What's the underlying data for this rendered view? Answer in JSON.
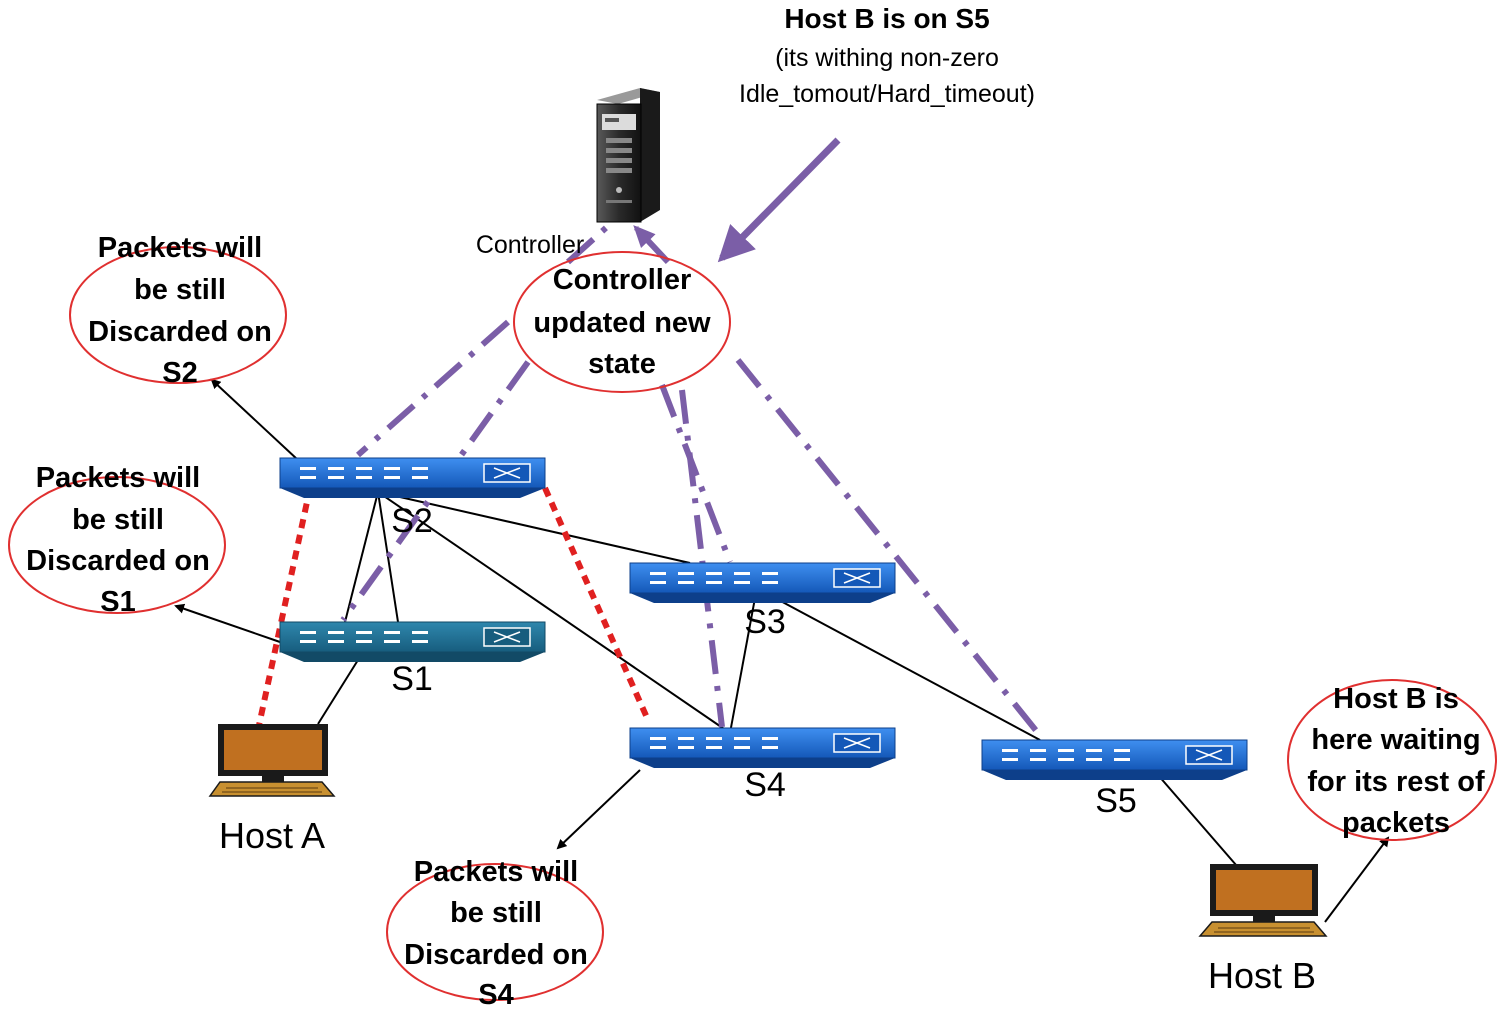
{
  "title": {
    "line1": "Host B is on S5",
    "line2": "(its withing non-zero",
    "line3": "Idle_tomout/Hard_timeout)"
  },
  "controller": {
    "label": "Controller",
    "state_note": [
      "Controller",
      "updated new",
      "state"
    ]
  },
  "switches": {
    "s1": "S1",
    "s2": "S2",
    "s3": "S3",
    "s4": "S4",
    "s5": "S5"
  },
  "hosts": {
    "a": "Host A",
    "b": "Host B"
  },
  "notes": {
    "s2": [
      "Packets will",
      "be still",
      "Discarded on",
      "S2"
    ],
    "s1": [
      "Packets will",
      "be still",
      "Discarded on",
      "S1"
    ],
    "s4": [
      "Packets will",
      "be still",
      "Discarded on",
      "S4"
    ],
    "hostb": [
      "Host  B is",
      "here waiting",
      "for its rest of",
      "packets"
    ]
  },
  "colors": {
    "control_link": "#7b5ea7",
    "drop_path": "#e02020",
    "switch_body": "#1f6fd0",
    "switch_alt": "#1d6f94",
    "note_outline": "#e03030",
    "host_screen": "#c07020"
  }
}
